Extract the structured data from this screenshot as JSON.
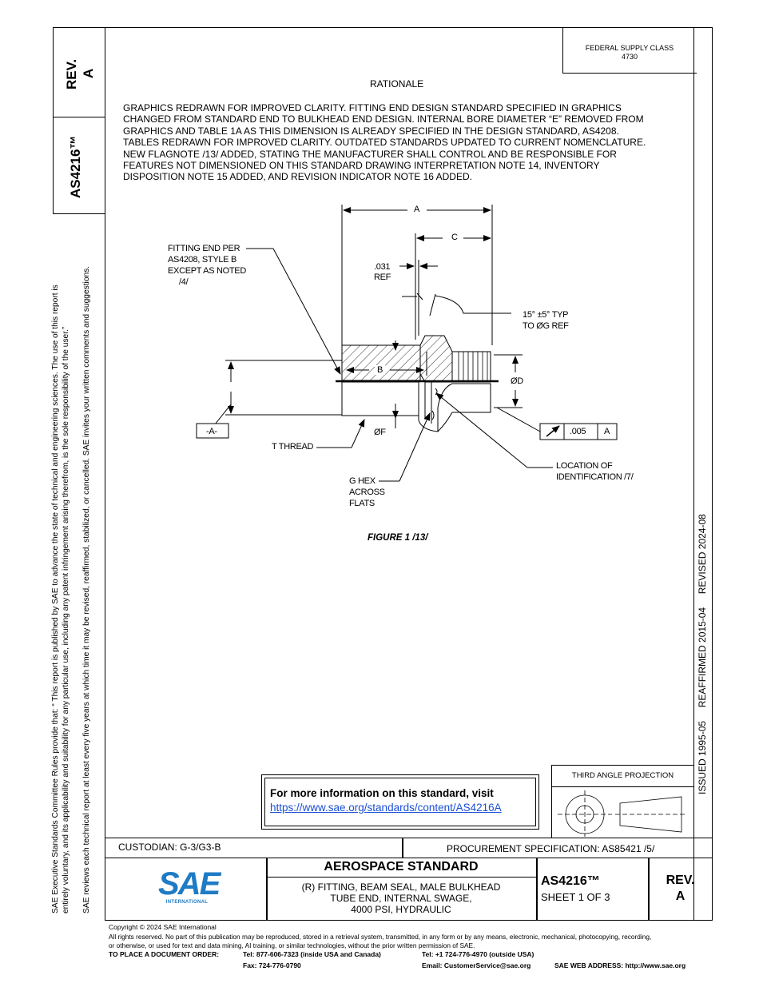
{
  "left_margin": {
    "rev_label": "REV.",
    "rev_value": "A",
    "doc_number": "AS4216™",
    "notice_line1": "SAE Executive Standards Committee Rules provide that: “  This report is published by SAE to advance the state of technical and engineering sciences. The use of this report is",
    "notice_line2": "entirely voluntary, and its applicability and suitability for any particular use, including any patent infringement arising therefrom, is the sole responsibility of the user.”",
    "notice_line3": "SAE reviews each technical report at least every five years at which time it may be revised, reaffirmed, stabilized, or cancelled. SAE invites your written comments and suggestions."
  },
  "right_margin": {
    "history": "ISSUED 1995-05     REAFFIRMED 2015-04     REVISED 2024-08"
  },
  "header": {
    "supply_class_label": "FEDERAL SUPPLY CLASS",
    "supply_class_value": "4730"
  },
  "rationale": {
    "title": "RATIONALE",
    "lines": [
      "GRAPHICS REDRAWN FOR IMPROVED CLARITY. FITTING END DESIGN STANDARD SPECIFIED IN GRAPHICS",
      "CHANGED FROM STANDARD END TO BULKHEAD END DESIGN. INTERNAL BORE DIAMETER “E” REMOVED FROM",
      "GRAPHICS AND TABLE 1A AS THIS DIMENSION IS ALREADY SPECIFIED IN THE DESIGN STANDARD, AS4208.",
      "TABLES REDRAWN FOR IMPROVED CLARITY. OUTDATED STANDARDS UPDATED TO CURRENT NOMENCLATURE.",
      "NEW FLAGNOTE /13/ ADDED, STATING THE MANUFACTURER SHALL CONTROL AND BE RESPONSIBLE FOR",
      "FEATURES NOT DIMENSIONED ON THIS STANDARD DRAWING INTERPRETATION NOTE 14, INVENTORY",
      "DISPOSITION NOTE 15 ADDED, AND REVISION INDICATOR NOTE 16 ADDED."
    ]
  },
  "figure": {
    "dim_a": "A",
    "dim_c": "C",
    "dim_b": "B",
    "dim_031": ".031",
    "dim_ref": "REF",
    "fitting_end_1": "FITTING END PER",
    "fitting_end_2": "AS4208,  STYLE B",
    "fitting_end_3": "EXCEPT AS NOTED",
    "fitting_end_4": "/4/",
    "angle_1": "15° ±5° TYP",
    "angle_2": "TO ØG REF",
    "dia_d": "ØD",
    "datum_a": "-A-",
    "tolerance": ".005",
    "tolerance_datum": "A",
    "t_thread": "T THREAD",
    "dia_f": "ØF",
    "g_hex_1": "G HEX",
    "g_hex_2": "ACROSS",
    "g_hex_3": "FLATS",
    "location_1": "LOCATION OF",
    "location_2": "IDENTIFICATION  /7/",
    "caption": "FIGURE 1 /13/"
  },
  "info_box": {
    "text": "For more information on this standard, visit",
    "link": "https://www.sae.org/standards/content/AS4216A"
  },
  "projection": {
    "label": "THIRD ANGLE PROJECTION"
  },
  "title_block": {
    "custodian": "CUSTODIAN: G-3/G3-B",
    "procurement": "PROCUREMENT SPECIFICATION: AS85421 /5/",
    "logo_text": "SAE",
    "logo_sub": "INTERNATIONAL",
    "standard_title": "AEROSPACE STANDARD",
    "desc_line1": "(R) FITTING, BEAM SEAL, MALE BULKHEAD",
    "desc_line2": "TUBE END, INTERNAL SWAGE,",
    "desc_line3": "4000 PSI, HYDRAULIC",
    "doc_number": "AS4216™",
    "sheet": "SHEET 1 OF 3",
    "rev_label": "REV.",
    "rev_value": "A"
  },
  "footer": {
    "copyright": "Copyright © 2024 SAE International",
    "rights1": "All rights reserved. No part of this publication may be reproduced, stored in a retrieval system, transmitted, in any form or by any means, electronic, mechanical, photocopying, recording,",
    "rights2": "or otherwise, or used for text and data mining, AI training, or similar technologies, without the prior written permission of SAE.",
    "order_label": "TO PLACE A DOCUMENT ORDER:",
    "tel_us": "Tel: 877-606-7323 (inside USA and Canada)",
    "tel_intl": "Tel: +1 724-776-4970 (outside USA)",
    "fax": "Fax: 724-776-0790",
    "email": "Email: CustomerService@sae.org",
    "web": "SAE WEB ADDRESS: http://www.sae.org"
  }
}
